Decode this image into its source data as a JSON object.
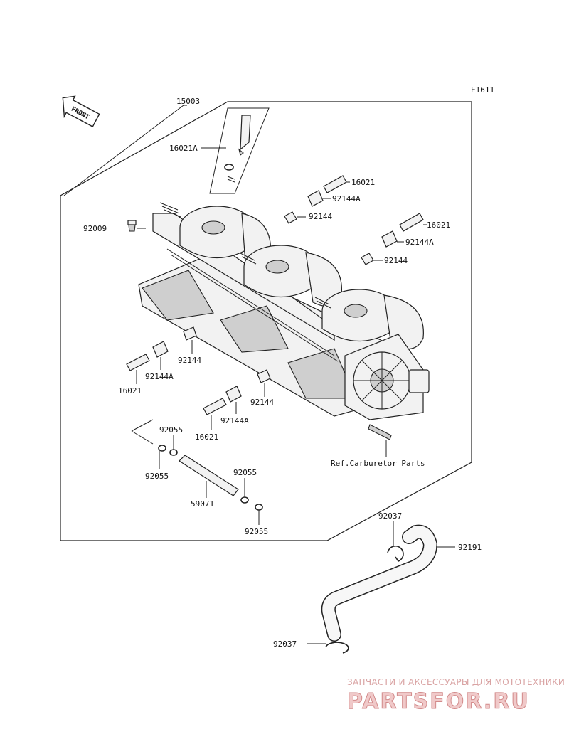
{
  "diagram": {
    "code": "E1611",
    "front_label": "FRONT",
    "ref_note": "Ref.Carburetor Parts",
    "labels": {
      "p15003": "15003",
      "p16021A": "16021A",
      "p16021_a": "16021",
      "p92144A_a": "92144A",
      "p92009": "92009",
      "p92144_a": "92144",
      "p16021_b": "16021",
      "p92144A_b": "92144A",
      "p92144_b": "92144",
      "p92144_c": "92144",
      "p92144A_c": "92144A",
      "p16021_c": "16021",
      "p92144_d": "92144",
      "p92144A_d": "92144A",
      "p16021_d": "16021",
      "p92055_a": "92055",
      "p92055_b": "92055",
      "p92055_c": "92055",
      "p92055_d": "92055",
      "p59071": "59071",
      "p92037_a": "92037",
      "p92191": "92191",
      "p92037_b": "92037"
    }
  },
  "watermark": {
    "tagline": "ЗАПЧАСТИ И АКСЕССУАРЫ ДЛЯ МОТОТЕХНИКИ",
    "brand": "PARTSFOR.RU",
    "color": "#d28a8a"
  }
}
